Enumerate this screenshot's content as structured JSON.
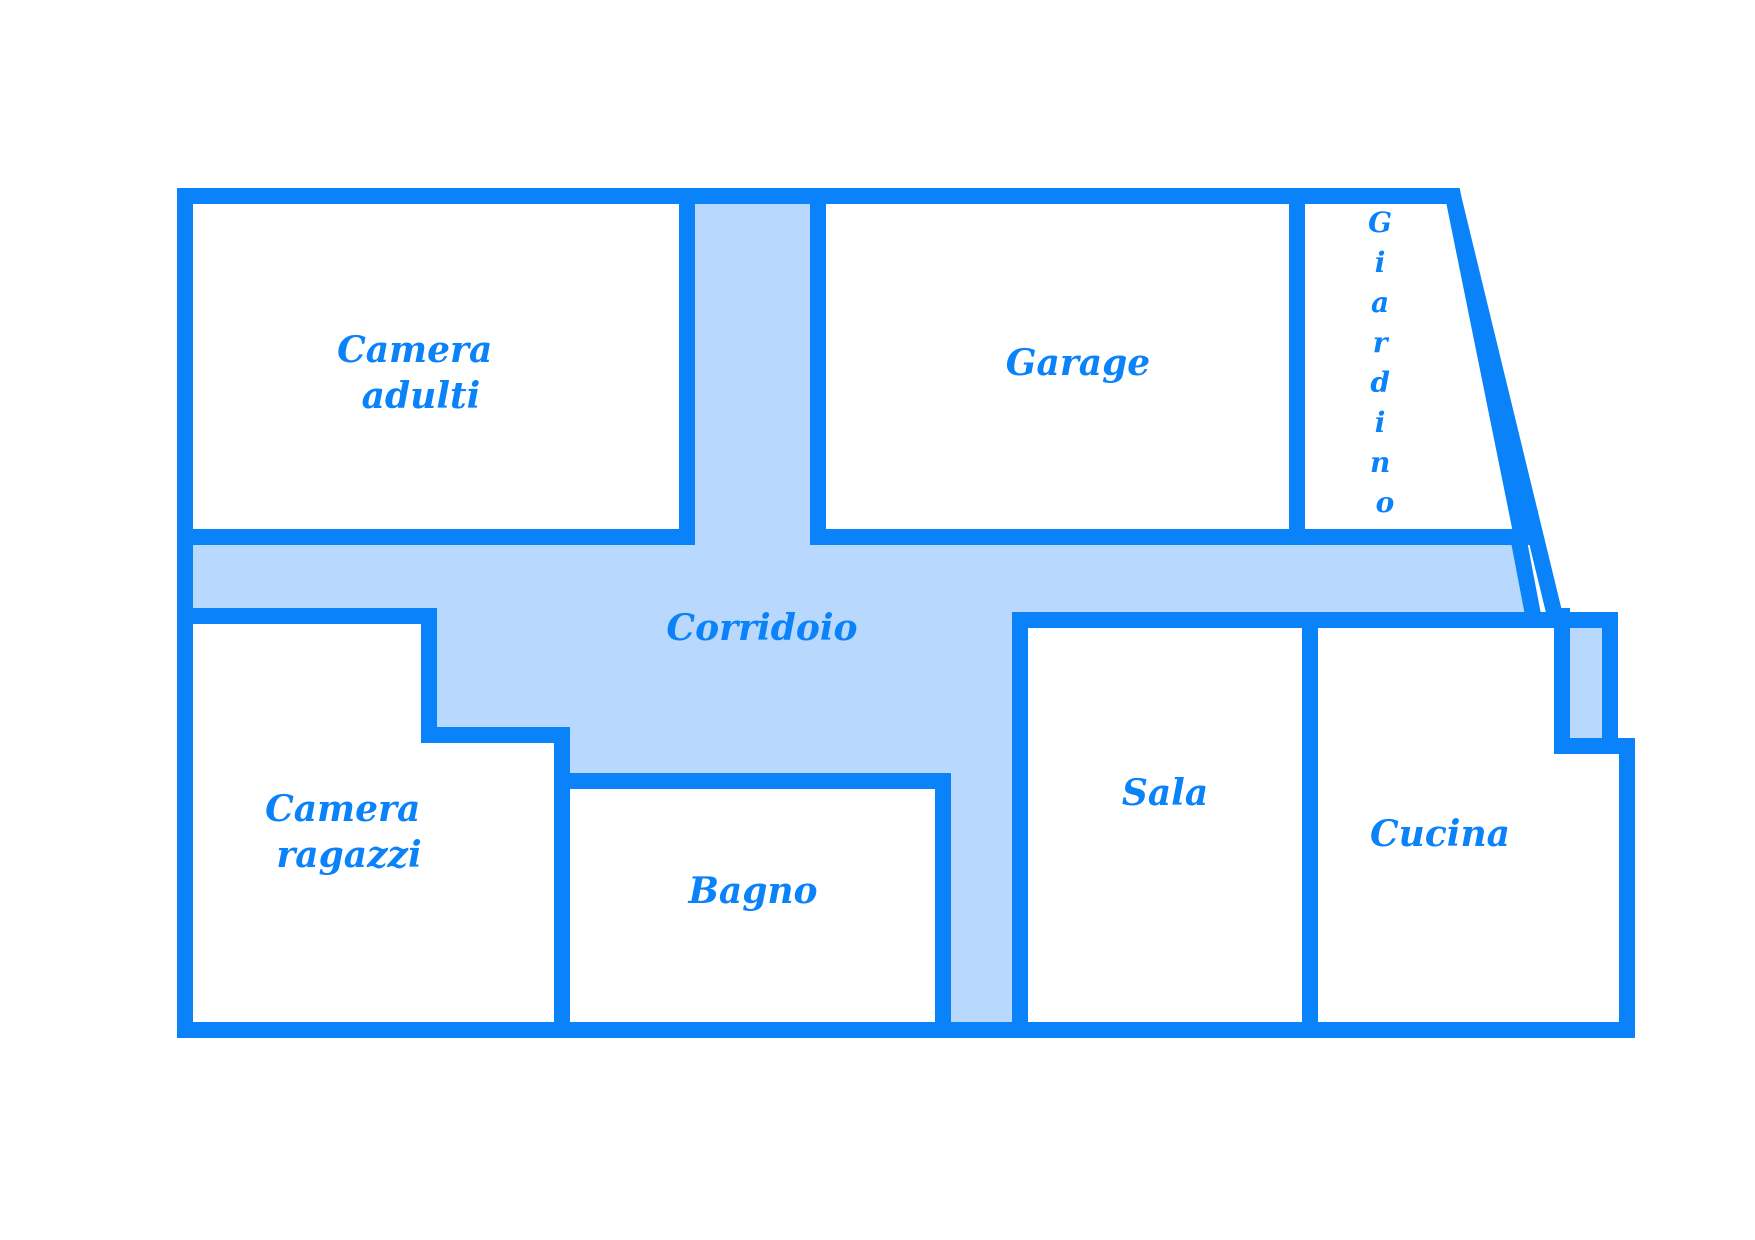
{
  "colors": {
    "wall": "#0a82fa",
    "corridor": "#b9d8fd",
    "room": "#ffffff",
    "label": "#0a82fa"
  },
  "rooms": {
    "camera_adulti": [
      "Camera",
      "adulti"
    ],
    "garage": "Garage",
    "giardino": [
      "G",
      "i",
      "a",
      "r",
      "d",
      "i",
      "n",
      "o"
    ],
    "corridoio": "Corridoio",
    "camera_ragazzi": [
      "Camera",
      "ragazzi"
    ],
    "bagno": "Bagno",
    "sala": "Sala",
    "cucina": "Cucina"
  }
}
